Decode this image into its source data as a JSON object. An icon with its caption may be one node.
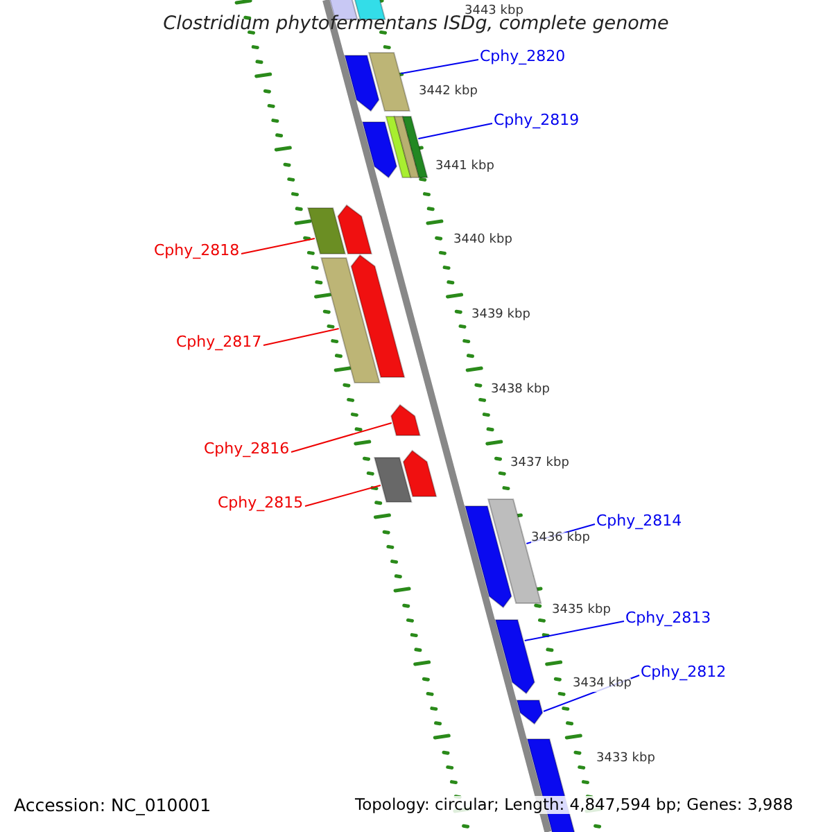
{
  "diagram": {
    "title": "Clostridium phytofermentans ISDg, complete genome",
    "nodes": [
      {
        "text": [
          "Cphy_2820"
        ]
      },
      {
        "text": [],
        "shape": "bar"
      },
      {
        "text": [
          "Cphy_2819"
        ]
      },
      {
        "text": [],
        "shape": "bar"
      },
      {
        "text": [
          "Cphy_2818"
        ]
      },
      {
        "text": [],
        "shape": "bar"
      },
      {
        "text": [
          "Cphy_2817"
        ]
      },
      {
        "text": [],
        "shape": "bar"
      },
      {
        "text": [
          "Cphy_2816"
        ]
      },
      {
        "text": [],
        "shape": "arrow"
      },
      {
        "text": [
          "Cphy_2815"
        ]
      },
      {
        "text": [],
        "shape": "bar"
      },
      {
        "text": [
          "Cphy_2814"
        ]
      },
      {
        "text": [],
        "shape": "bar"
      },
      {
        "text": [
          "Cphy_2813"
        ]
      },
      {
        "text": [],
        "shape": "arrow"
      },
      {
        "text": [
          "Cphy_2812"
        ]
      },
      {
        "text": [],
        "shape": "arrow"
      },
      {
        "text": [],
        "shape": "bar"
      },
      {
        "text": [],
        "shape": "bar"
      },
      {
        "text": [],
        "shape": "arrow"
      },
      {
        "text": [],
        "shape": "arrow"
      },
      {
        "text": [],
        "shape": "arrow"
      },
      {
        "text": [],
        "shape": "arrow"
      },
      {
        "text": [],
        "shape": "arrow"
      },
      {
        "text": [],
        "shape": "arrow"
      },
      {
        "text": [],
        "shape": "arrow"
      }
    ],
    "edges": [
      {
        "from": 0,
        "to": 1,
        "arrow": "none"
      },
      {
        "from": 2,
        "to": 3,
        "arrow": "none"
      },
      {
        "from": 4,
        "to": 5,
        "arrow": "none",
        "color": "#ee0000"
      },
      {
        "from": 6,
        "to": 7,
        "arrow": "none",
        "color": "#ee0000"
      },
      {
        "from": 8,
        "to": 9,
        "arrow": "none",
        "color": "#ee0000"
      },
      {
        "from": 10,
        "to": 11,
        "arrow": "none",
        "color": "#ee0000"
      },
      {
        "from": 12,
        "to": 13,
        "arrow": "none"
      },
      {
        "from": 14,
        "to": 15,
        "arrow": "none"
      },
      {
        "from": 16,
        "to": 17,
        "arrow": "none"
      }
    ],
    "labels": [
      "3443 kbp",
      "3442 kbp",
      "3441 kbp",
      "3440 kbp",
      "3439 kbp",
      "3438 kbp",
      "3437 kbp",
      "3436 kbp",
      "3435 kbp",
      "3434 kbp",
      "3433 kbp",
      "Accession: NC_010001",
      "Topology: circular; Length: 4,847,594 bp; Genes: 3,988"
    ]
  }
}
